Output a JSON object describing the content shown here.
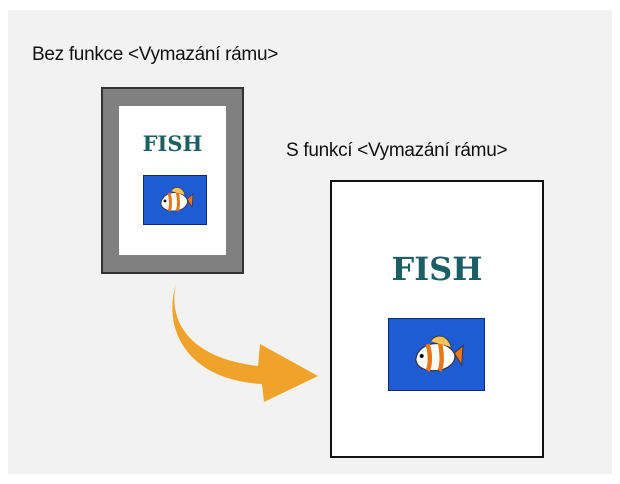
{
  "before": {
    "caption": "Bez funkce <Vymazání rámu>",
    "title": "FISH"
  },
  "after": {
    "caption": "S funkcí <Vymazání rámu>",
    "title": "FISH"
  },
  "colors": {
    "frame": "#808080",
    "title": "#1b5e63",
    "photo_bg": "#1f5bd3",
    "arrow": "#f0a32b",
    "panel": "#f2f2f2"
  },
  "icons": [
    "fish-icon",
    "curved-arrow-icon"
  ]
}
